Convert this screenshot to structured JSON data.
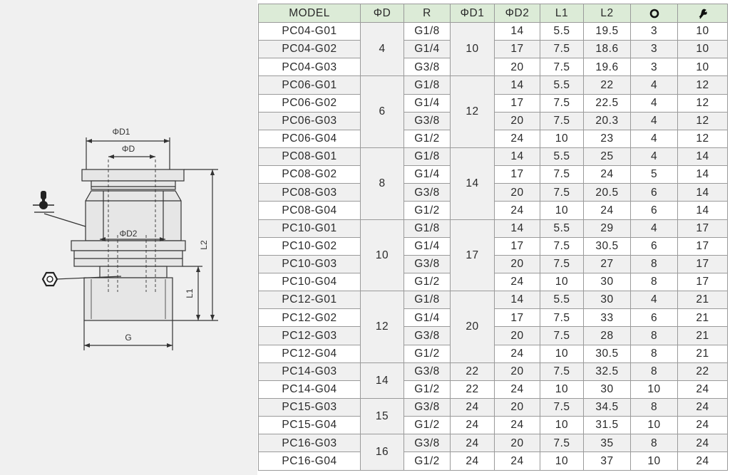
{
  "drawing": {
    "labels": {
      "d1": "ΦD1",
      "d": "ΦD",
      "d2": "ΦD2",
      "l2": "L2",
      "l1": "L1",
      "g": "G"
    },
    "icons": [
      "wrench-icon",
      "hex-nut-icon"
    ]
  },
  "table": {
    "headers": [
      "MODEL",
      "ΦD",
      "R",
      "ΦD1",
      "ΦD2",
      "L1",
      "L2",
      "",
      ""
    ],
    "header_icons": [
      "",
      "",
      "",
      "",
      "",
      "",
      "",
      "o-ring-icon",
      "wrench-icon"
    ],
    "groups": [
      {
        "d": "4",
        "d1": "10",
        "rows": [
          {
            "model": "PC04-G01",
            "r": "G1/8",
            "d2": "14",
            "l1": "5.5",
            "l2": "19.5",
            "o": "3",
            "w": "10"
          },
          {
            "model": "PC04-G02",
            "r": "G1/4",
            "d2": "17",
            "l1": "7.5",
            "l2": "18.6",
            "o": "3",
            "w": "10"
          },
          {
            "model": "PC04-G03",
            "r": "G3/8",
            "d2": "20",
            "l1": "7.5",
            "l2": "19.6",
            "o": "3",
            "w": "10"
          }
        ]
      },
      {
        "d": "6",
        "d1": "12",
        "rows": [
          {
            "model": "PC06-G01",
            "r": "G1/8",
            "d2": "14",
            "l1": "5.5",
            "l2": "22",
            "o": "4",
            "w": "12"
          },
          {
            "model": "PC06-G02",
            "r": "G1/4",
            "d2": "17",
            "l1": "7.5",
            "l2": "22.5",
            "o": "4",
            "w": "12"
          },
          {
            "model": "PC06-G03",
            "r": "G3/8",
            "d2": "20",
            "l1": "7.5",
            "l2": "20.3",
            "o": "4",
            "w": "12"
          },
          {
            "model": "PC06-G04",
            "r": "G1/2",
            "d2": "24",
            "l1": "10",
            "l2": "23",
            "o": "4",
            "w": "12"
          }
        ]
      },
      {
        "d": "8",
        "d1": "14",
        "rows": [
          {
            "model": "PC08-G01",
            "r": "G1/8",
            "d2": "14",
            "l1": "5.5",
            "l2": "25",
            "o": "4",
            "w": "14"
          },
          {
            "model": "PC08-G02",
            "r": "G1/4",
            "d2": "17",
            "l1": "7.5",
            "l2": "24",
            "o": "5",
            "w": "14"
          },
          {
            "model": "PC08-G03",
            "r": "G3/8",
            "d2": "20",
            "l1": "7.5",
            "l2": "20.5",
            "o": "6",
            "w": "14"
          },
          {
            "model": "PC08-G04",
            "r": "G1/2",
            "d2": "24",
            "l1": "10",
            "l2": "24",
            "o": "6",
            "w": "14"
          }
        ]
      },
      {
        "d": "10",
        "d1": "17",
        "rows": [
          {
            "model": "PC10-G01",
            "r": "G1/8",
            "d2": "14",
            "l1": "5.5",
            "l2": "29",
            "o": "4",
            "w": "17"
          },
          {
            "model": "PC10-G02",
            "r": "G1/4",
            "d2": "17",
            "l1": "7.5",
            "l2": "30.5",
            "o": "6",
            "w": "17"
          },
          {
            "model": "PC10-G03",
            "r": "G3/8",
            "d2": "20",
            "l1": "7.5",
            "l2": "27",
            "o": "8",
            "w": "17"
          },
          {
            "model": "PC10-G04",
            "r": "G1/2",
            "d2": "24",
            "l1": "10",
            "l2": "30",
            "o": "8",
            "w": "17"
          }
        ]
      },
      {
        "d": "12",
        "d1": "20",
        "rows": [
          {
            "model": "PC12-G01",
            "r": "G1/8",
            "d2": "14",
            "l1": "5.5",
            "l2": "30",
            "o": "4",
            "w": "21"
          },
          {
            "model": "PC12-G02",
            "r": "G1/4",
            "d2": "17",
            "l1": "7.5",
            "l2": "33",
            "o": "6",
            "w": "21"
          },
          {
            "model": "PC12-G03",
            "r": "G3/8",
            "d2": "20",
            "l1": "7.5",
            "l2": "28",
            "o": "8",
            "w": "21"
          },
          {
            "model": "PC12-G04",
            "r": "G1/2",
            "d2": "24",
            "l1": "10",
            "l2": "30.5",
            "o": "8",
            "w": "21"
          }
        ]
      },
      {
        "d": "14",
        "rows": [
          {
            "model": "PC14-G03",
            "r": "G3/8",
            "d1": "22",
            "d2": "20",
            "l1": "7.5",
            "l2": "32.5",
            "o": "8",
            "w": "22"
          },
          {
            "model": "PC14-G04",
            "r": "G1/2",
            "d1": "22",
            "d2": "24",
            "l1": "10",
            "l2": "30",
            "o": "10",
            "w": "24"
          }
        ]
      },
      {
        "d": "15",
        "rows": [
          {
            "model": "PC15-G03",
            "r": "G3/8",
            "d1": "24",
            "d2": "20",
            "l1": "7.5",
            "l2": "34.5",
            "o": "8",
            "w": "24"
          },
          {
            "model": "PC15-G04",
            "r": "G1/2",
            "d1": "24",
            "d2": "24",
            "l1": "10",
            "l2": "31.5",
            "o": "10",
            "w": "24"
          }
        ]
      },
      {
        "d": "16",
        "rows": [
          {
            "model": "PC16-G03",
            "r": "G3/8",
            "d1": "24",
            "d2": "20",
            "l1": "7.5",
            "l2": "35",
            "o": "8",
            "w": "24"
          },
          {
            "model": "PC16-G04",
            "r": "G1/2",
            "d1": "24",
            "d2": "24",
            "l1": "10",
            "l2": "37",
            "o": "10",
            "w": "24"
          }
        ]
      }
    ]
  }
}
